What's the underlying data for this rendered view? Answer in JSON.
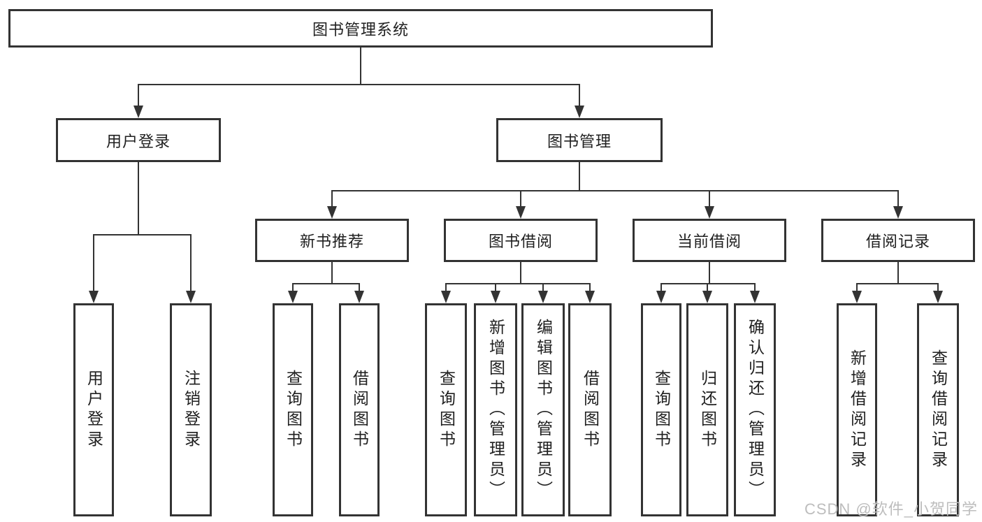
{
  "diagram": {
    "tree": {
      "label": "图书管理系统",
      "children": [
        {
          "label": "用户登录",
          "children": [
            {
              "label": "用户登录"
            },
            {
              "label": "注销登录"
            }
          ]
        },
        {
          "label": "图书管理",
          "children": [
            {
              "label": "新书推荐",
              "children": [
                {
                  "label": "查询图书"
                },
                {
                  "label": "借阅图书"
                }
              ]
            },
            {
              "label": "图书借阅",
              "children": [
                {
                  "label": "查询图书"
                },
                {
                  "label": "新增图书（管理员）"
                },
                {
                  "label": "编辑图书（管理员）"
                },
                {
                  "label": "借阅图书"
                }
              ]
            },
            {
              "label": "当前借阅",
              "children": [
                {
                  "label": "查询图书"
                },
                {
                  "label": "归还图书"
                },
                {
                  "label": "确认归还（管理员）"
                }
              ]
            },
            {
              "label": "借阅记录",
              "children": [
                {
                  "label": "新增借阅记录"
                },
                {
                  "label": "查询借阅记录"
                }
              ]
            }
          ]
        }
      ]
    }
  },
  "watermark": {
    "text": "CSDN @软件_小贺同学"
  },
  "colors": {
    "line": "#333333",
    "text": "#1f1f1f",
    "background": "#ffffff",
    "watermark": "#bdbdbd"
  }
}
